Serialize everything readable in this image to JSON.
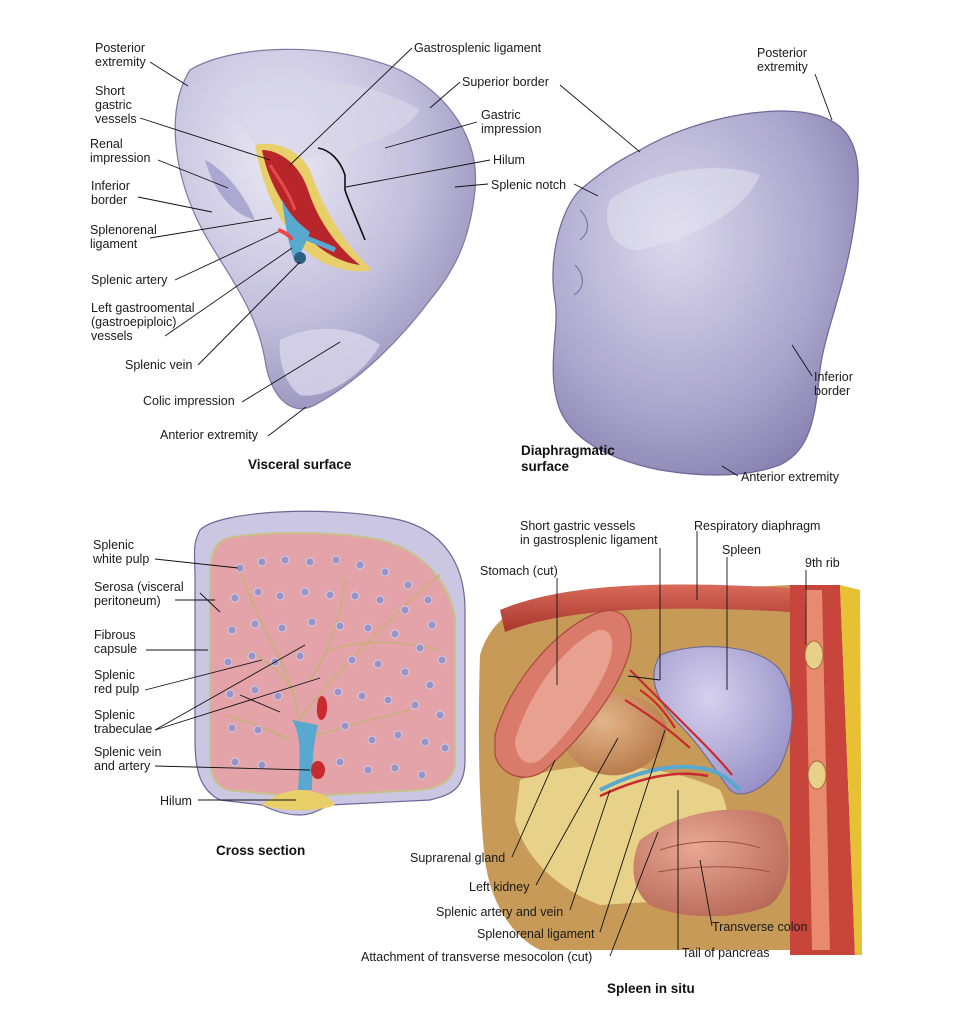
{
  "panels": {
    "visceral": {
      "caption": "Visceral surface",
      "labels": {
        "posterior_extremity": "Posterior\nextremity",
        "short_gastric_vessels": "Short\ngastric\nvessels",
        "renal_impression": "Renal\nimpression",
        "inferior_border": "Inferior\nborder",
        "splenorenal_ligament": "Splenorenal\nligament",
        "splenic_artery": "Splenic artery",
        "left_gastroomental_vessels": "Left gastroomental\n(gastroepiploic)\nvessels",
        "splenic_vein": "Splenic vein",
        "colic_impression": "Colic impression",
        "anterior_extremity": "Anterior extremity",
        "gastrosplenic_ligament": "Gastrosplenic ligament",
        "superior_border": "Superior border",
        "gastric_impression": "Gastric\nimpression",
        "hilum": "Hilum",
        "splenic_notch": "Splenic notch"
      }
    },
    "diaphragmatic": {
      "caption": "Diaphragmatic\nsurface",
      "labels": {
        "posterior_extremity": "Posterior\nextremity",
        "inferior_border": "Inferior\nborder",
        "anterior_extremity": "Anterior extremity"
      }
    },
    "cross_section": {
      "caption": "Cross section",
      "labels": {
        "white_pulp": "Splenic\nwhite pulp",
        "serosa": "Serosa (visceral\nperitoneum)",
        "fibrous_capsule": "Fibrous\ncapsule",
        "red_pulp": "Splenic\nred pulp",
        "trabeculae": "Splenic\ntrabeculae",
        "vein_artery": "Splenic vein\nand artery",
        "hilum": "Hilum"
      }
    },
    "in_situ": {
      "caption": "Spleen in situ",
      "labels": {
        "short_gastric_in_ligament": "Short gastric vessels\nin gastrosplenic ligament",
        "respiratory_diaphragm": "Respiratory diaphragm",
        "spleen": "Spleen",
        "ninth_rib": "9th rib",
        "stomach_cut": "Stomach (cut)",
        "suprarenal_gland": "Suprarenal gland",
        "left_kidney": "Left kidney",
        "splenic_artery_vein": "Splenic artery and vein",
        "splenorenal_ligament": "Splenorenal ligament",
        "attachment_mesocolon": "Attachment of transverse mesocolon (cut)",
        "transverse_colon": "Transverse colon",
        "tail_of_pancreas": "Tail of pancreas"
      }
    }
  },
  "colors": {
    "spleen_surface": "#b9b4d4",
    "spleen_shadow": "#8c87b3",
    "spleen_highlight": "#e8e6f2",
    "red_pulp": "#e3a3a8",
    "white_pulp": "#9a93c6",
    "artery": "#c92a2e",
    "vein": "#58a8d0",
    "fat": "#e8cf6a",
    "kidney": "#c98a5c",
    "diaphragm": "#c9483c"
  }
}
